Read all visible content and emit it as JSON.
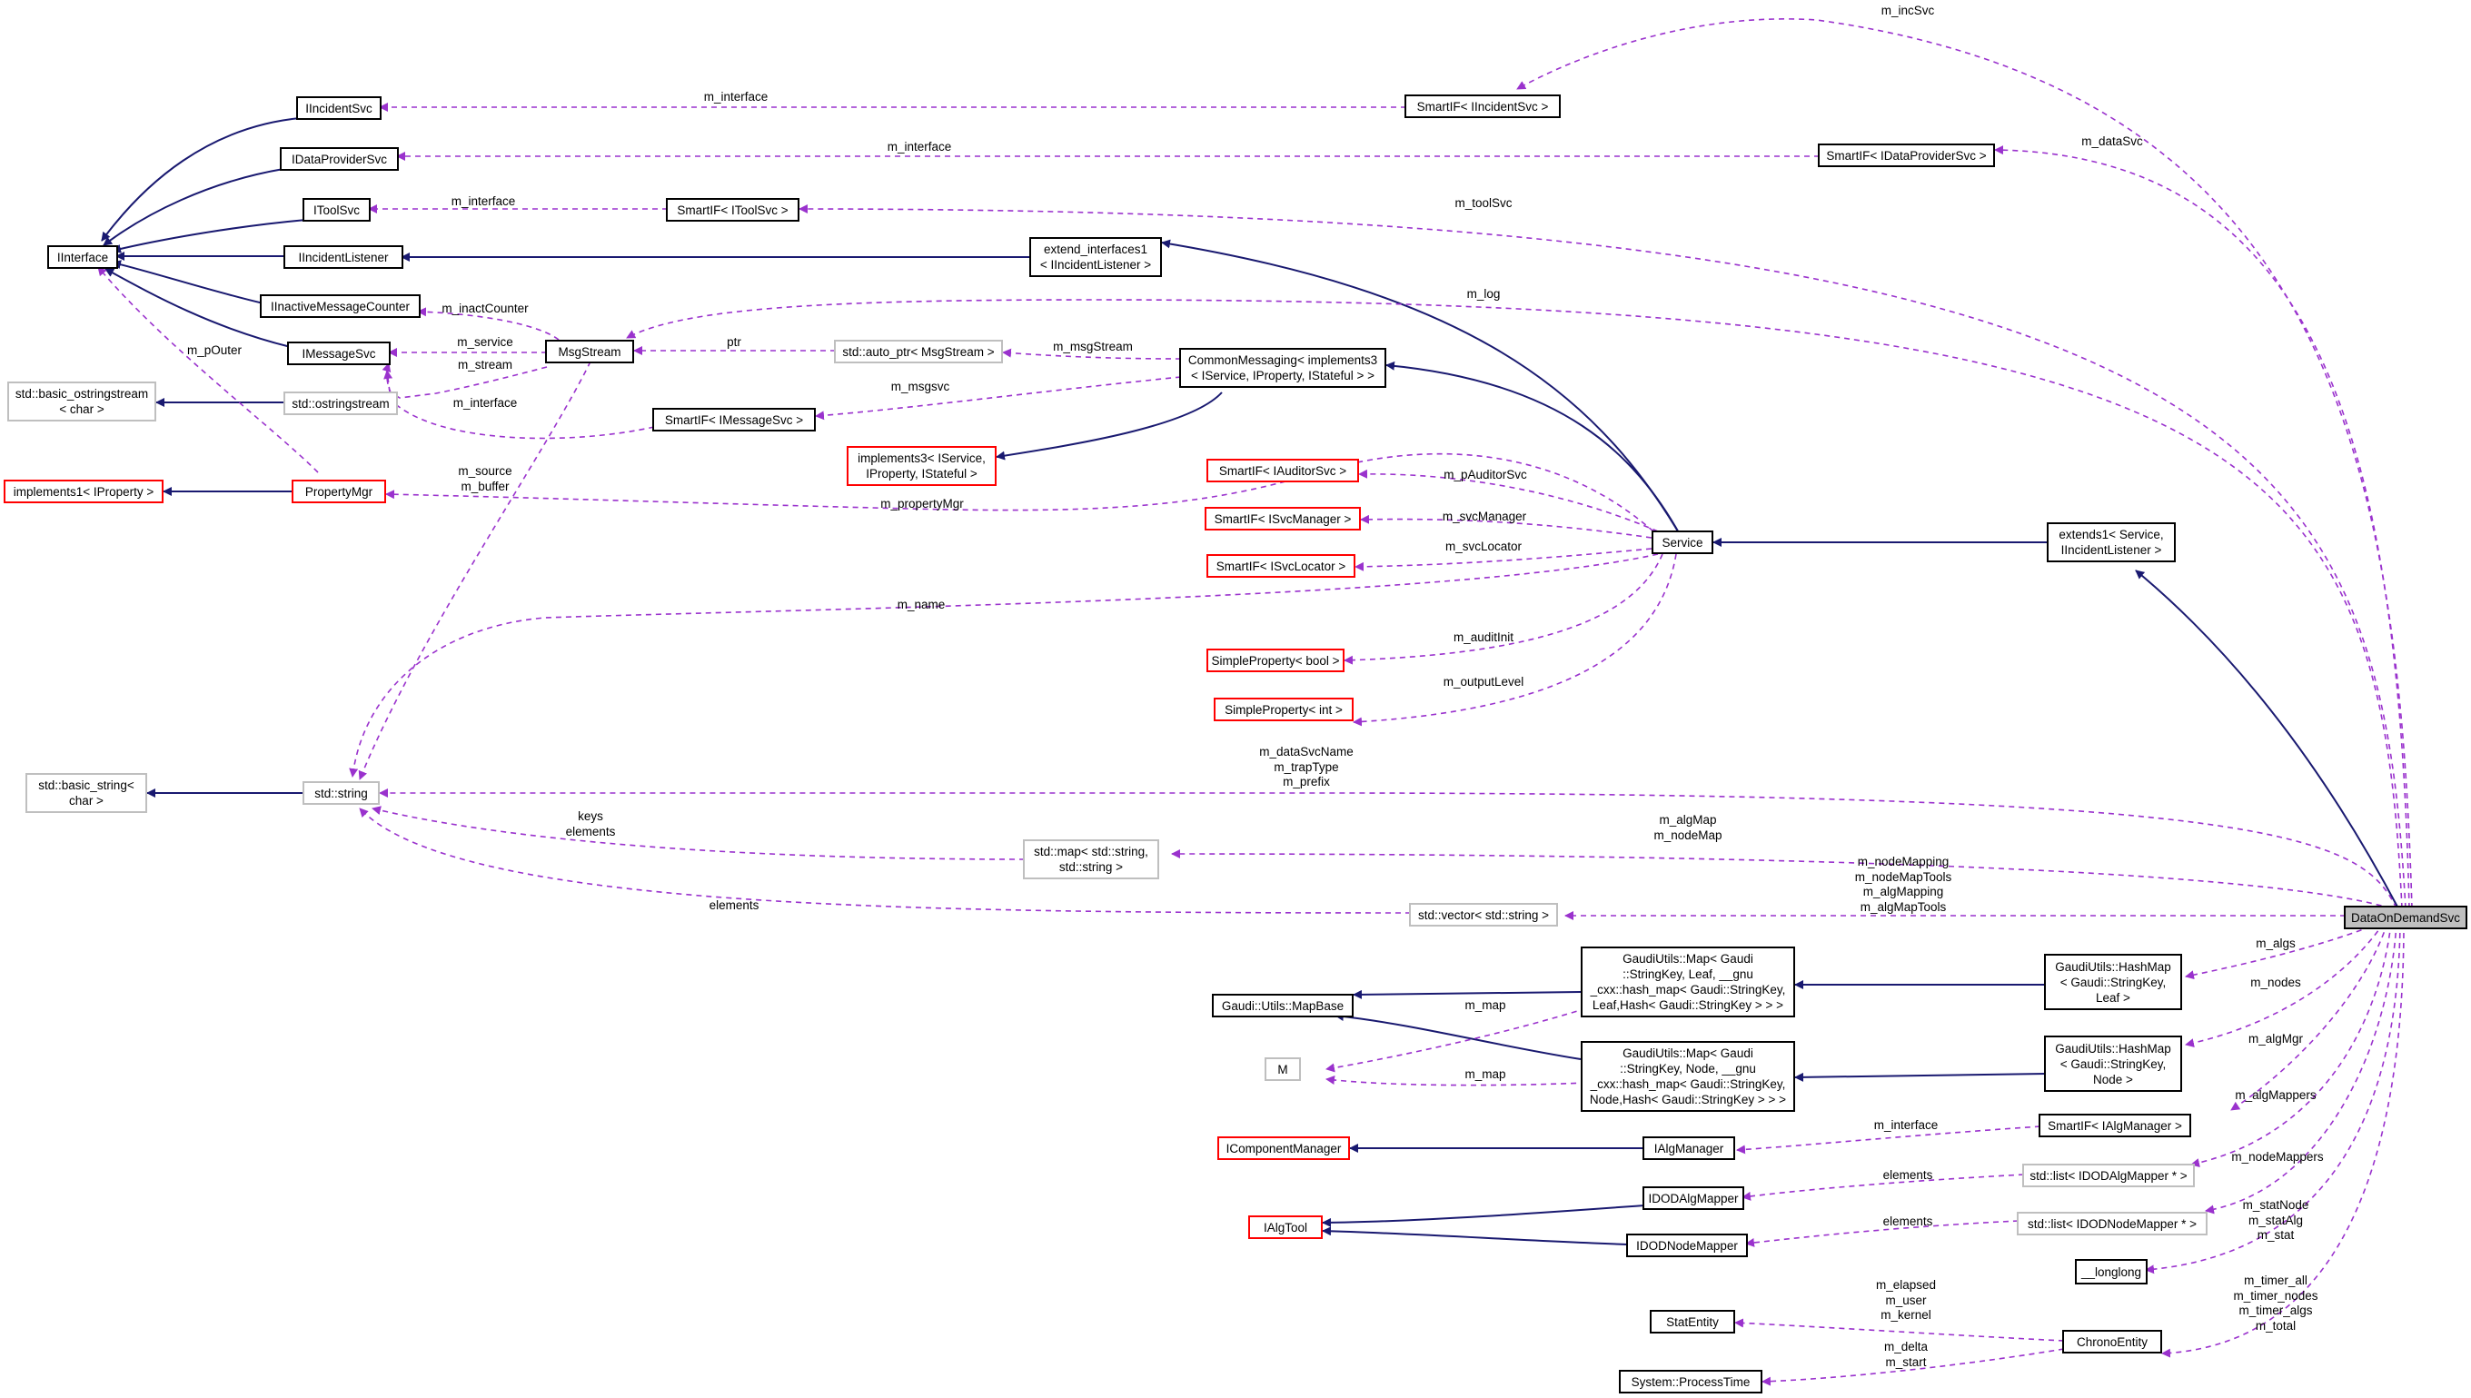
{
  "diagram": {
    "nodes": {
      "IIncidentSvc": "IIncidentSvc",
      "IDataProviderSvc": "IDataProviderSvc",
      "IToolSvc": "IToolSvc",
      "IInterface": "IInterface",
      "IIncidentListener": "IIncidentListener",
      "IInactiveMessageCounter": "IInactiveMessageCounter",
      "IMessageSvc": "IMessageSvc",
      "std_basic_ostringstream": "std::basic_ostringstream\n< char >",
      "std_ostringstream": "std::ostringstream",
      "implements1_IProperty": "implements1< IProperty >",
      "PropertyMgr": "PropertyMgr",
      "MsgStream": "MsgStream",
      "auto_ptr_MsgStream": "std::auto_ptr< MsgStream >",
      "SmartIF_IToolSvc": "SmartIF< IToolSvc >",
      "SmartIF_IMessageSvc": "SmartIF< IMessageSvc >",
      "implements3": "implements3< IService,\nIProperty, IStateful >",
      "CommonMessaging": "CommonMessaging< implements3\n< IService, IProperty, IStateful > >",
      "extend_interfaces1": "extend_interfaces1\n< IIncidentListener >",
      "SmartIF_IIncidentSvc": "SmartIF< IIncidentSvc >",
      "SmartIF_IDataProviderSvc": "SmartIF< IDataProviderSvc >",
      "SmartIF_IAuditorSvc": "SmartIF< IAuditorSvc >",
      "SmartIF_ISvcManager": "SmartIF< ISvcManager >",
      "SmartIF_ISvcLocator": "SmartIF< ISvcLocator >",
      "SimpleProperty_bool": "SimpleProperty< bool >",
      "SimpleProperty_int": "SimpleProperty< int >",
      "Service": "Service",
      "extends1": "extends1< Service,\nIIncidentListener >",
      "std_basic_string": "std::basic_string<\nchar >",
      "std_string": "std::string",
      "std_map": "std::map< std::string,\nstd::string >",
      "std_vector": "std::vector< std::string >",
      "Gaudi_Utils_MapBase": "Gaudi::Utils::MapBase",
      "GaudiUtils_Map_Leaf": "GaudiUtils::Map< Gaudi\n::StringKey, Leaf, __gnu\n_cxx::hash_map< Gaudi::StringKey,\nLeaf,Hash< Gaudi::StringKey > > >",
      "GaudiUtils_Map_Node": "GaudiUtils::Map< Gaudi\n::StringKey, Node, __gnu\n_cxx::hash_map< Gaudi::StringKey,\nNode,Hash< Gaudi::StringKey > > >",
      "M": "M",
      "HashMap_Leaf": "GaudiUtils::HashMap\n< Gaudi::StringKey,\nLeaf >",
      "HashMap_Node": "GaudiUtils::HashMap\n< Gaudi::StringKey,\nNode >",
      "IComponentManager": "IComponentManager",
      "IAlgManager": "IAlgManager",
      "SmartIF_IAlgManager": "SmartIF< IAlgManager >",
      "IAlgTool": "IAlgTool",
      "IDODAlgMapper": "IDODAlgMapper",
      "IDODNodeMapper": "IDODNodeMapper",
      "list_IDODAlgMapper": "std::list< IDODAlgMapper * >",
      "list_IDODNodeMapper": "std::list< IDODNodeMapper * >",
      "longlong": "__longlong",
      "StatEntity": "StatEntity",
      "ChronoEntity": "ChronoEntity",
      "ProcessTime": "System::ProcessTime",
      "DataOnDemandSvc": "DataOnDemandSvc"
    },
    "edge_labels": {
      "m_incSvc": "m_incSvc",
      "m_interface_incident": "m_interface",
      "m_interface_dataprovider": "m_interface",
      "m_dataSvc": "m_dataSvc",
      "m_interface_tool": "m_interface",
      "m_toolSvc": "m_toolSvc",
      "m_log": "m_log",
      "m_inactCounter": "m_inactCounter",
      "m_pOuter": "m_pOuter",
      "m_service": "m_service",
      "ptr": "ptr",
      "m_msgStream": "m_msgStream",
      "m_stream": "m_stream",
      "m_msgsvc": "m_msgsvc",
      "m_interface_msgsvc": "m_interface",
      "m_source_buffer": "m_source\nm_buffer",
      "m_pAuditorSvc": "m_pAuditorSvc",
      "m_propertyMgr": "m_propertyMgr",
      "m_svcManager": "m_svcManager",
      "m_svcLocator": "m_svcLocator",
      "m_name": "m_name",
      "m_auditInit": "m_auditInit",
      "m_outputLevel": "m_outputLevel",
      "m_dataSvcName": "m_dataSvcName\nm_trapType\nm_prefix",
      "keys_elements": "keys\nelements",
      "m_algMap": "m_algMap\nm_nodeMap",
      "m_nodeMapping": "m_nodeMapping\nm_nodeMapTools\nm_algMapping\nm_algMapTools",
      "elements_vector": "elements",
      "m_algs": "m_algs",
      "m_map_leaf": "m_map",
      "m_nodes": "m_nodes",
      "m_map_node": "m_map",
      "m_algMgr": "m_algMgr",
      "m_interface_algmgr": "m_interface",
      "m_algMappers": "m_algMappers",
      "elements_alg": "elements",
      "m_nodeMappers": "m_nodeMappers",
      "elements_node": "elements",
      "m_statNode": "m_statNode\nm_statAlg\nm_stat",
      "m_elapsed": "m_elapsed\nm_user\nm_kernel",
      "m_timer_all": "m_timer_all\nm_timer_nodes\nm_timer_algs\nm_total",
      "m_delta": "m_delta\nm_start"
    },
    "colors": {
      "inheritance": "#191970",
      "usage": "#9a32cd",
      "node_border": "#000000",
      "incomplete_border": "#ff0000",
      "external_border": "#bfbfbf",
      "focus_fill": "#bfbfbf"
    }
  }
}
